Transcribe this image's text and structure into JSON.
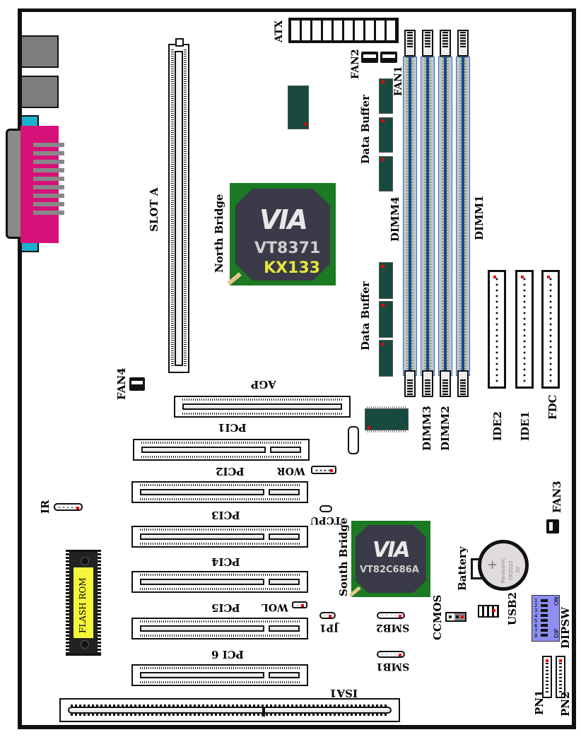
{
  "title": "Motherboard layout diagram",
  "colors": {
    "board_outline": "#111111",
    "chip_pcb_green": "#1b7a22",
    "chip_body": "#3a3a48",
    "chip_model_highlight": "#e6e63a",
    "dimm_blue": "#0f4aa0",
    "parallel_port": "#d6127a",
    "serial_port": "#1ab0d0",
    "flash_label_bg": "#f6f63a",
    "dip_switch": "#8d8ef0",
    "pin1_marker": "#ee0000"
  },
  "labels": {
    "atx": "ATX",
    "fan1": "FAN1",
    "fan2": "FAN2",
    "fan3": "FAN3",
    "fan4": "FAN4",
    "slot_a": "SLOT A",
    "data_buffer_top": "Data Buffer",
    "data_buffer_bottom": "Data Buffer",
    "north_bridge": "North Bridge",
    "south_bridge": "South Bridge",
    "dimm1": "DIMM1",
    "dimm2": "DIMM2",
    "dimm3": "DIMM3",
    "dimm4": "DIMM4",
    "ide1": "IDE1",
    "ide2": "IDE2",
    "fdc": "FDC",
    "agp": "AGP",
    "pci1": "PCI1",
    "pci2": "PCI2",
    "pci3": "PCI3",
    "pci4": "PCI4",
    "pci5": "PCI5",
    "pci6": "PCI 6",
    "isa1": "ISA1",
    "wor": "WOR",
    "wol": "WOL",
    "tcpu": "TCPU",
    "jp1": "JP1",
    "smb1": "SMB1",
    "smb2": "SMB2",
    "ccmos": "CCMOS",
    "battery": "Battery",
    "usb2": "USB2",
    "dipsw": "DIPSW",
    "pn1": "PN1",
    "pn2": "PN2",
    "ir": "IR",
    "flash_rom": "FLASH ROM"
  },
  "north_bridge_chip": {
    "logo": "VIA",
    "model": "VT8371",
    "name": "KX133"
  },
  "south_bridge_chip": {
    "logo": "VIA",
    "model": "VT82C686A"
  },
  "battery_cell": {
    "brand": "Panasonic",
    "model": "CR2032",
    "voltage": "3V",
    "polarity": "+"
  },
  "dip_switch": {
    "on_label": "ON",
    "dip_label": "DIP",
    "positions": [
      "1",
      "2",
      "3",
      "4",
      "5",
      "6",
      "7",
      "8"
    ]
  }
}
